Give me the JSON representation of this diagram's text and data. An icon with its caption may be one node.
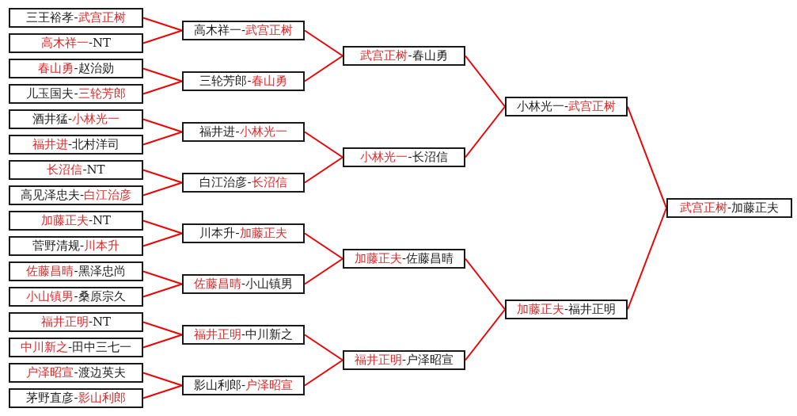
{
  "diagram": {
    "nodes": [
      {
        "text": [
          "三王裕孝-武宫正树"
        ]
      },
      {
        "text": [
          "高木祥一-NT"
        ]
      },
      {
        "text": [
          "春山勇-赵治勋"
        ]
      },
      {
        "text": [
          "儿玉国夫-三轮芳郎"
        ]
      },
      {
        "text": [
          "酒井猛-小林光一"
        ]
      },
      {
        "text": [
          "福井进-北村洋司"
        ]
      },
      {
        "text": [
          "长沼信-NT"
        ]
      },
      {
        "text": [
          "高见泽忠夫-白江治彦"
        ]
      },
      {
        "text": [
          "加藤正夫-NT"
        ]
      },
      {
        "text": [
          "菅野清规-川本升"
        ]
      },
      {
        "text": [
          "佐藤昌晴-黑泽忠尚"
        ]
      },
      {
        "text": [
          "小山镇男-桑原宗久"
        ]
      },
      {
        "text": [
          "福井正明-NT"
        ]
      },
      {
        "text": [
          "中川新之-田中三七一"
        ]
      },
      {
        "text": [
          "户泽昭宣-渡边英夫"
        ]
      },
      {
        "text": [
          "茅野直彦-影山利郎"
        ]
      },
      {
        "text": [
          "高木祥一-武宫正树"
        ]
      },
      {
        "text": [
          "三轮芳郎-春山勇"
        ]
      },
      {
        "text": [
          "福井进-小林光一"
        ]
      },
      {
        "text": [
          "白江治彦-长沼信"
        ]
      },
      {
        "text": [
          "川本升-加藤正夫"
        ]
      },
      {
        "text": [
          "佐藤昌晴-小山镇男"
        ]
      },
      {
        "text": [
          "福井正明-中川新之"
        ]
      },
      {
        "text": [
          "影山利郎-户泽昭宣"
        ]
      },
      {
        "text": [
          "武宫正树-春山勇"
        ]
      },
      {
        "text": [
          "小林光一-长沼信"
        ]
      },
      {
        "text": [
          "加藤正夫-佐藤昌晴"
        ]
      },
      {
        "text": [
          "福井正明-户泽昭宣"
        ]
      },
      {
        "text": [
          "小林光一-武宫正树"
        ]
      },
      {
        "text": [
          "加藤正夫-福井正明"
        ]
      },
      {
        "text": [
          "武宫正树-加藤正夫"
        ]
      }
    ],
    "edges": [
      {
        "from": 0,
        "to": 16,
        "arrow": "none"
      },
      {
        "from": 1,
        "to": 16,
        "arrow": "none"
      },
      {
        "from": 2,
        "to": 17,
        "arrow": "none"
      },
      {
        "from": 3,
        "to": 17,
        "arrow": "none"
      },
      {
        "from": 4,
        "to": 18,
        "arrow": "none"
      },
      {
        "from": 5,
        "to": 18,
        "arrow": "none"
      },
      {
        "from": 6,
        "to": 19,
        "arrow": "none"
      },
      {
        "from": 7,
        "to": 19,
        "arrow": "none"
      },
      {
        "from": 8,
        "to": 20,
        "arrow": "none"
      },
      {
        "from": 9,
        "to": 20,
        "arrow": "none"
      },
      {
        "from": 10,
        "to": 21,
        "arrow": "none"
      },
      {
        "from": 11,
        "to": 21,
        "arrow": "none"
      },
      {
        "from": 12,
        "to": 22,
        "arrow": "none"
      },
      {
        "from": 13,
        "to": 22,
        "arrow": "none"
      },
      {
        "from": 14,
        "to": 23,
        "arrow": "none"
      },
      {
        "from": 15,
        "to": 23,
        "arrow": "none"
      },
      {
        "from": 16,
        "to": 24,
        "arrow": "none"
      },
      {
        "from": 17,
        "to": 24,
        "arrow": "none"
      },
      {
        "from": 18,
        "to": 25,
        "arrow": "none"
      },
      {
        "from": 19,
        "to": 25,
        "arrow": "none"
      },
      {
        "from": 20,
        "to": 26,
        "arrow": "none"
      },
      {
        "from": 21,
        "to": 26,
        "arrow": "none"
      },
      {
        "from": 22,
        "to": 27,
        "arrow": "none"
      },
      {
        "from": 23,
        "to": 27,
        "arrow": "none"
      },
      {
        "from": 24,
        "to": 28,
        "arrow": "none"
      },
      {
        "from": 25,
        "to": 28,
        "arrow": "none"
      },
      {
        "from": 26,
        "to": 29,
        "arrow": "none"
      },
      {
        "from": 27,
        "to": 29,
        "arrow": "none"
      },
      {
        "from": 28,
        "to": 30,
        "arrow": "none"
      },
      {
        "from": 29,
        "to": 30,
        "arrow": "none"
      }
    ]
  }
}
